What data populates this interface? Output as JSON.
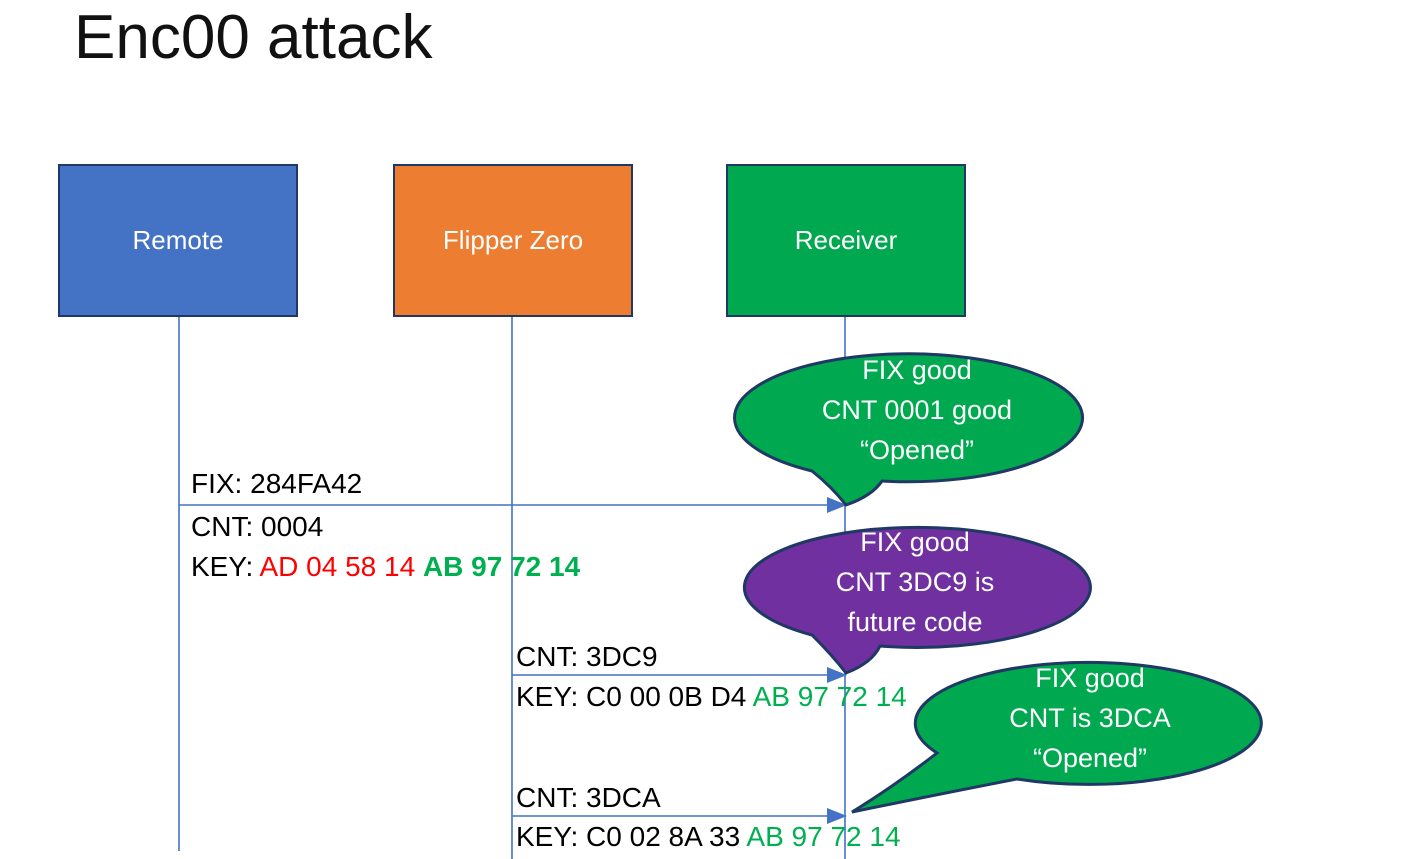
{
  "title": "Enc00 attack",
  "actors": [
    {
      "id": "remote",
      "label": "Remote",
      "fill": "#4472C4"
    },
    {
      "id": "flipper",
      "label": "Flipper Zero",
      "fill": "#ED7D31"
    },
    {
      "id": "receiver",
      "label": "Receiver",
      "fill": "#00A950"
    }
  ],
  "messages": {
    "m1": {
      "fix": "FIX: 284FA42",
      "cnt": "CNT: 0004",
      "key_label": "KEY:",
      "key_mid": "AD 04 58 14",
      "key_tail": "AB 97 72 14"
    },
    "m2": {
      "cnt": "CNT: 3DC9",
      "key_label": "KEY:",
      "key_mid": "C0 00 0B D4",
      "key_tail": "AB 97 72 14"
    },
    "m3": {
      "cnt": "CNT: 3DCA",
      "key_label": "KEY:",
      "key_mid": "C0 02 8A 33",
      "key_tail": "AB 97 72 14"
    }
  },
  "bubbles": [
    {
      "color_name": "green",
      "lines": [
        "FIX good",
        "CNT 0001 good",
        "“Opened”"
      ]
    },
    {
      "color_name": "purple",
      "lines": [
        "FIX good",
        "CNT 3DC9 is",
        "future code"
      ]
    },
    {
      "color_name": "green",
      "lines": [
        "FIX good",
        "CNT is 3DCA",
        "“Opened”"
      ]
    }
  ],
  "colors": {
    "actor_remote_fill": "#4472C4",
    "actor_flipper_fill": "#ED7D31",
    "actor_receiver_fill": "#00A950",
    "box_border": "#1F3864",
    "bubble_green": "#00A950",
    "bubble_purple": "#7030A0",
    "bubble_border": "#1F3864",
    "line_blue": "#4472C4",
    "key_red": "#FF0000",
    "key_green": "#00B050",
    "text_black": "#000000",
    "text_white": "#FFFFFF"
  }
}
